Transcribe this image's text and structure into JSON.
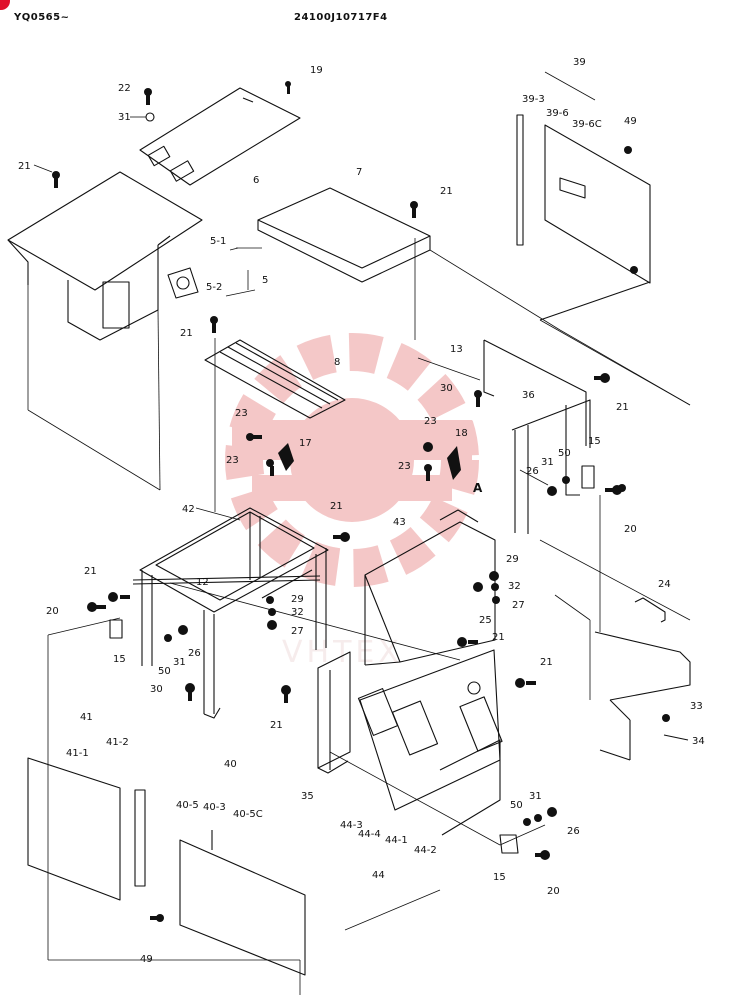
{
  "header": {
    "left_code": "YQ0565~",
    "center_code": "24100J10717F4"
  },
  "watermark": {
    "text": "VHTEX",
    "color": "#e06060"
  },
  "colors": {
    "line": "#111111",
    "accent_badge": "#e0102a",
    "watermark": "#e06060"
  },
  "callouts": [
    {
      "id": "c22",
      "text": "22"
    },
    {
      "id": "c19",
      "text": "19"
    },
    {
      "id": "c31a",
      "text": "31"
    },
    {
      "id": "c6",
      "text": "6"
    },
    {
      "id": "c21a",
      "text": "21"
    },
    {
      "id": "c7",
      "text": "7"
    },
    {
      "id": "c21b",
      "text": "21"
    },
    {
      "id": "c39",
      "text": "39"
    },
    {
      "id": "c39-3",
      "text": "39-3"
    },
    {
      "id": "c39-6",
      "text": "39-6"
    },
    {
      "id": "c39-6c",
      "text": "39-6C"
    },
    {
      "id": "c49a",
      "text": "49"
    },
    {
      "id": "c5-1",
      "text": "5-1"
    },
    {
      "id": "c5-2",
      "text": "5-2"
    },
    {
      "id": "c5",
      "text": "5"
    },
    {
      "id": "c21c",
      "text": "21"
    },
    {
      "id": "c8",
      "text": "8"
    },
    {
      "id": "c13",
      "text": "13"
    },
    {
      "id": "c30a",
      "text": "30"
    },
    {
      "id": "c36",
      "text": "36"
    },
    {
      "id": "c21d",
      "text": "21"
    },
    {
      "id": "c23a",
      "text": "23"
    },
    {
      "id": "c17",
      "text": "17"
    },
    {
      "id": "c23b",
      "text": "23"
    },
    {
      "id": "c23c",
      "text": "23"
    },
    {
      "id": "c18",
      "text": "18"
    },
    {
      "id": "c23d",
      "text": "23"
    },
    {
      "id": "cA",
      "text": "A"
    },
    {
      "id": "c15a",
      "text": "15"
    },
    {
      "id": "c50a",
      "text": "50"
    },
    {
      "id": "c31b",
      "text": "31"
    },
    {
      "id": "c26a",
      "text": "26"
    },
    {
      "id": "c20a",
      "text": "20"
    },
    {
      "id": "c42",
      "text": "42"
    },
    {
      "id": "c21e",
      "text": "21"
    },
    {
      "id": "c43",
      "text": "43"
    },
    {
      "id": "c29a",
      "text": "29"
    },
    {
      "id": "c32a",
      "text": "32"
    },
    {
      "id": "c27a",
      "text": "27"
    },
    {
      "id": "c21f",
      "text": "21"
    },
    {
      "id": "c12",
      "text": "12"
    },
    {
      "id": "c29b",
      "text": "29"
    },
    {
      "id": "c32b",
      "text": "32"
    },
    {
      "id": "c27b",
      "text": "27"
    },
    {
      "id": "c20b",
      "text": "20"
    },
    {
      "id": "c24",
      "text": "24"
    },
    {
      "id": "c25",
      "text": "25"
    },
    {
      "id": "c21g",
      "text": "21"
    },
    {
      "id": "c15b",
      "text": "15"
    },
    {
      "id": "c26b",
      "text": "26"
    },
    {
      "id": "c31c",
      "text": "31"
    },
    {
      "id": "c50b",
      "text": "50"
    },
    {
      "id": "c21h",
      "text": "21"
    },
    {
      "id": "c30b",
      "text": "30"
    },
    {
      "id": "c21i",
      "text": "21"
    },
    {
      "id": "c41",
      "text": "41"
    },
    {
      "id": "c41-1",
      "text": "41-1"
    },
    {
      "id": "c41-2",
      "text": "41-2"
    },
    {
      "id": "c40",
      "text": "40"
    },
    {
      "id": "c35",
      "text": "35"
    },
    {
      "id": "c33",
      "text": "33"
    },
    {
      "id": "c34",
      "text": "34"
    },
    {
      "id": "c40-5",
      "text": "40-5"
    },
    {
      "id": "c40-3",
      "text": "40-3"
    },
    {
      "id": "c40-5c",
      "text": "40-5C"
    },
    {
      "id": "c50c",
      "text": "50"
    },
    {
      "id": "c31d",
      "text": "31"
    },
    {
      "id": "c26c",
      "text": "26"
    },
    {
      "id": "c44-3",
      "text": "44-3"
    },
    {
      "id": "c44-4",
      "text": "44-4"
    },
    {
      "id": "c44-1",
      "text": "44-1"
    },
    {
      "id": "c44-2",
      "text": "44-2"
    },
    {
      "id": "c44",
      "text": "44"
    },
    {
      "id": "c15c",
      "text": "15"
    },
    {
      "id": "c20c",
      "text": "20"
    },
    {
      "id": "c49b",
      "text": "49"
    }
  ]
}
